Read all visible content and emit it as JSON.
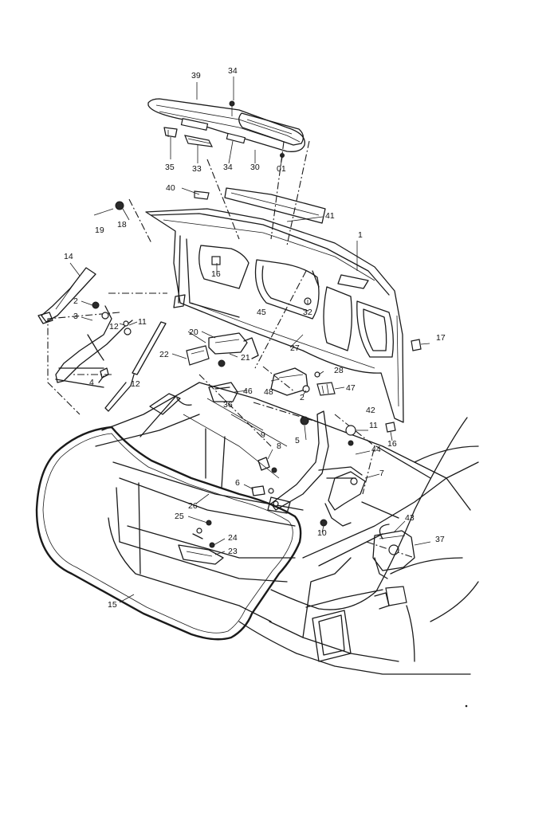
{
  "callouts": [
    {
      "id": "39",
      "text": "39"
    },
    {
      "id": "34a",
      "text": "34"
    },
    {
      "id": "35",
      "text": "35"
    },
    {
      "id": "33",
      "text": "33"
    },
    {
      "id": "34b",
      "text": "34"
    },
    {
      "id": "30",
      "text": "30"
    },
    {
      "id": "01",
      "text": "01"
    },
    {
      "id": "40",
      "text": "40"
    },
    {
      "id": "41",
      "text": "41"
    },
    {
      "id": "19",
      "text": "19"
    },
    {
      "id": "18",
      "text": "18"
    },
    {
      "id": "1",
      "text": "1"
    },
    {
      "id": "14",
      "text": "14"
    },
    {
      "id": "16a",
      "text": "16"
    },
    {
      "id": "32",
      "text": "32"
    },
    {
      "id": "2a",
      "text": "2"
    },
    {
      "id": "3",
      "text": "3"
    },
    {
      "id": "12a",
      "text": "12"
    },
    {
      "id": "11a",
      "text": "11"
    },
    {
      "id": "45",
      "text": "45"
    },
    {
      "id": "17",
      "text": "17"
    },
    {
      "id": "20",
      "text": "20"
    },
    {
      "id": "27",
      "text": "27"
    },
    {
      "id": "22",
      "text": "22"
    },
    {
      "id": "21",
      "text": "21"
    },
    {
      "id": "4",
      "text": "4"
    },
    {
      "id": "12b",
      "text": "12"
    },
    {
      "id": "28",
      "text": "28"
    },
    {
      "id": "48",
      "text": "48"
    },
    {
      "id": "46",
      "text": "46"
    },
    {
      "id": "2b",
      "text": "2"
    },
    {
      "id": "47",
      "text": "47"
    },
    {
      "id": "36",
      "text": "36"
    },
    {
      "id": "42",
      "text": "42"
    },
    {
      "id": "11b",
      "text": "11"
    },
    {
      "id": "16b",
      "text": "16"
    },
    {
      "id": "9",
      "text": "9"
    },
    {
      "id": "5",
      "text": "5"
    },
    {
      "id": "8",
      "text": "8"
    },
    {
      "id": "44",
      "text": "44"
    },
    {
      "id": "7",
      "text": "7"
    },
    {
      "id": "6",
      "text": "6"
    },
    {
      "id": "26",
      "text": "26"
    },
    {
      "id": "25",
      "text": "25"
    },
    {
      "id": "10",
      "text": "10"
    },
    {
      "id": "43",
      "text": "43"
    },
    {
      "id": "37",
      "text": "37"
    },
    {
      "id": "24",
      "text": "24"
    },
    {
      "id": "23",
      "text": "23"
    },
    {
      "id": "15",
      "text": "15"
    }
  ]
}
